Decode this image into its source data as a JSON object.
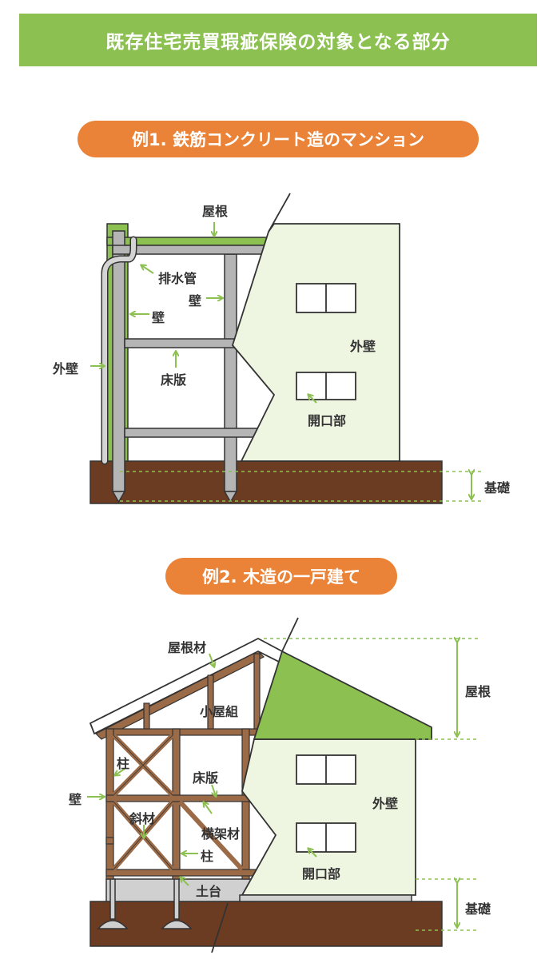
{
  "title": "既存住宅売買瑕疵保険の対象となる部分",
  "example1": {
    "heading": "例1. 鉄筋コンクリート造のマンション",
    "labels": {
      "roof": "屋根",
      "drain_pipe": "排水管",
      "wall_inner": "壁",
      "wall_left": "壁",
      "outer_wall_left": "外壁",
      "floor_slab": "床版",
      "outer_wall_right": "外壁",
      "opening": "開口部",
      "foundation": "基礎"
    }
  },
  "example2": {
    "heading": "例2. 木造の一戸建て",
    "labels": {
      "roofing_material": "屋根材",
      "roof_truss": "小屋組",
      "roof": "屋根",
      "pillar_upper": "柱",
      "floor_slab": "床版",
      "wall": "壁",
      "brace": "斜材",
      "horizontal_member": "横架材",
      "pillar_lower": "柱",
      "sill": "土台",
      "outer_wall": "外壁",
      "opening": "開口部",
      "foundation": "基礎"
    }
  },
  "colors": {
    "green": "#8cc152",
    "light_green": "#eef5e0",
    "orange": "#ea8338",
    "soil": "#6b3b22",
    "structure_gray": "#b5b5b5",
    "wood": "#9b6a47"
  }
}
